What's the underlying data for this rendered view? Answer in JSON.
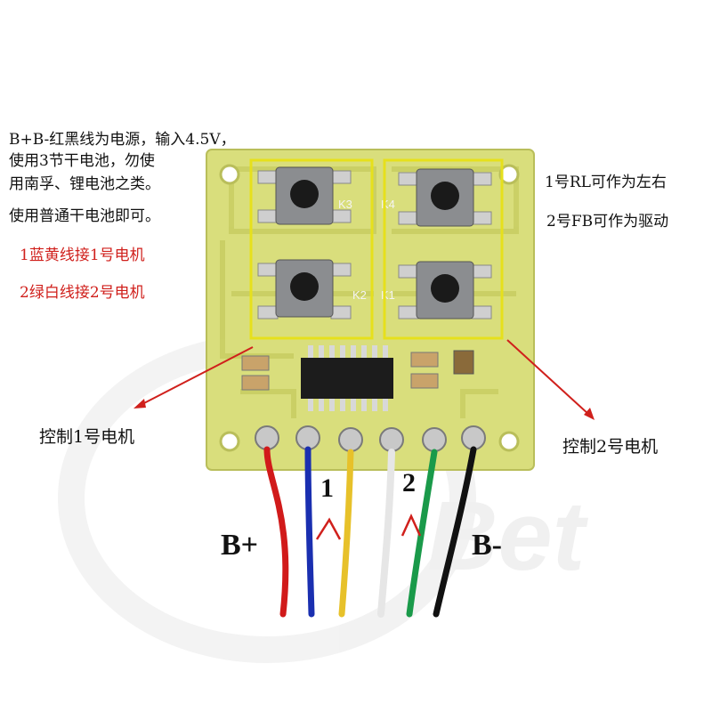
{
  "notes": {
    "power_line1": "B+B-红黑线为电源，输入4.5V，",
    "power_line2": "使用3节干电池，勿使",
    "power_line3": "用南孚、锂电池之类。",
    "power_line4": "使用普通干电池即可。",
    "motor1_wires": "1蓝黄线接1号电机",
    "motor2_wires": "2绿白线接2号电机",
    "rl_note": "1号RL可作为左右",
    "fb_note": "2号FB可作为驱动"
  },
  "callouts": {
    "control1": "控制1号电机",
    "control2": "控制2号电机"
  },
  "labels": {
    "b_plus": "B+",
    "b_minus": "B-",
    "group1": "1",
    "group2": "2"
  },
  "board": {
    "silk_k3": "K3",
    "silk_k4": "K4",
    "silk_k2": "K2",
    "silk_k1": "K1"
  },
  "colors": {
    "pcb": "#d8dd7a",
    "highlight": "#e8e020",
    "arrow": "#d0201c",
    "wire_red": "#d11a1a",
    "wire_blue": "#1a2fb0",
    "wire_yellow": "#e7c12a",
    "wire_white": "#f2f2f2",
    "wire_green": "#1a9a4a",
    "wire_black": "#111111"
  }
}
